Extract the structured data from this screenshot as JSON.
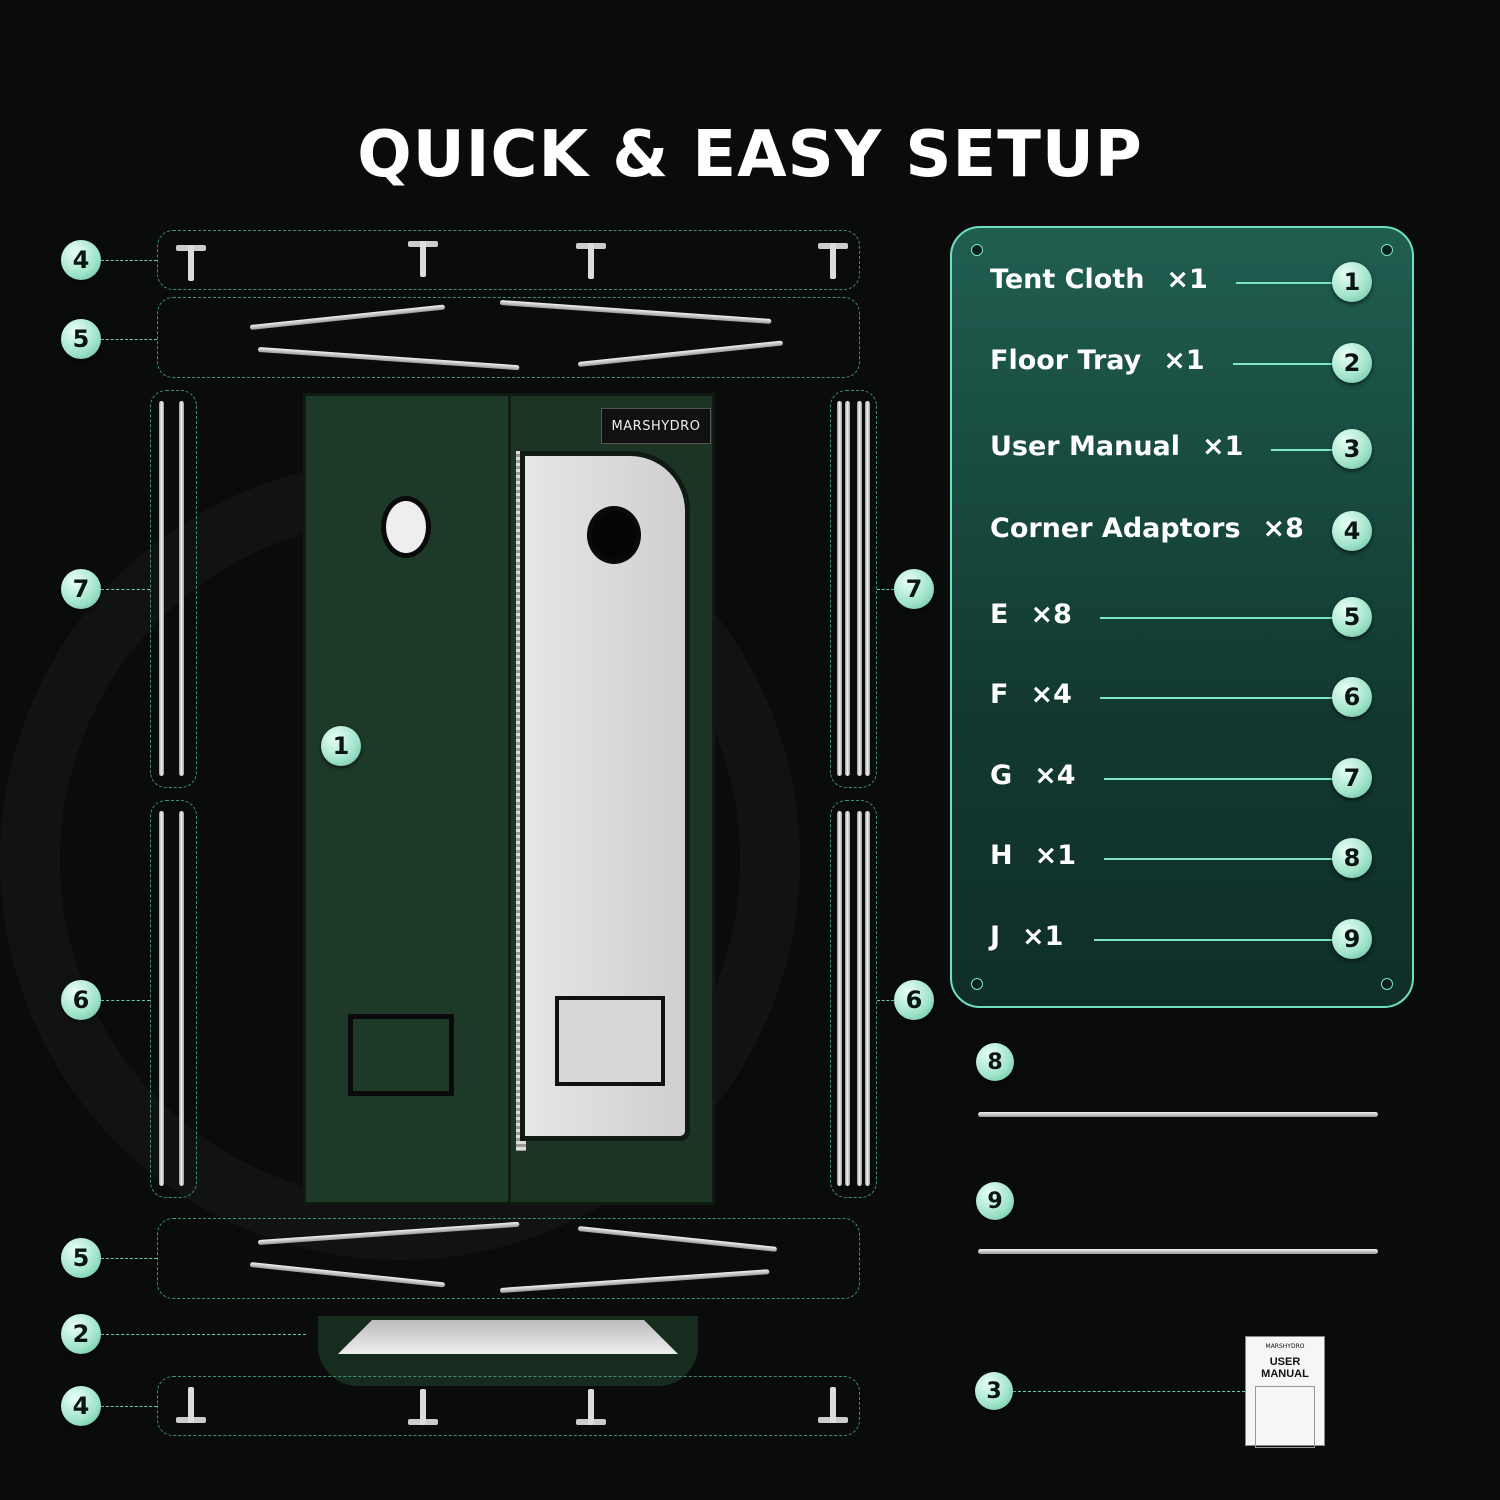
{
  "title": "QUICK & EASY SETUP",
  "brand": "MARSHYDRO",
  "manual_cover": "USER MANUAL",
  "diagram_badges": {
    "left": [
      "4",
      "5",
      "7",
      "6",
      "5",
      "2",
      "4"
    ],
    "right": [
      "7",
      "6"
    ],
    "tent": "1",
    "extras": [
      "8",
      "9",
      "3"
    ]
  },
  "parts": [
    {
      "name": "Tent Cloth",
      "qty": "×1",
      "num": "1"
    },
    {
      "name": "Floor Tray",
      "qty": "×1",
      "num": "2"
    },
    {
      "name": "User Manual",
      "qty": "×1",
      "num": "3"
    },
    {
      "name": "Corner Adaptors",
      "qty": "×8",
      "num": "4"
    },
    {
      "name": "E",
      "qty": "×8",
      "num": "5"
    },
    {
      "name": "F",
      "qty": "×4",
      "num": "6"
    },
    {
      "name": "G",
      "qty": "×4",
      "num": "7"
    },
    {
      "name": "H",
      "qty": "×1",
      "num": "8"
    },
    {
      "name": "J",
      "qty": "×1",
      "num": "9"
    }
  ],
  "colors": {
    "accent": "#6ee0c0",
    "panel": "#1b4f43",
    "tent": "#1b3424",
    "background": "#0a0c0b"
  }
}
